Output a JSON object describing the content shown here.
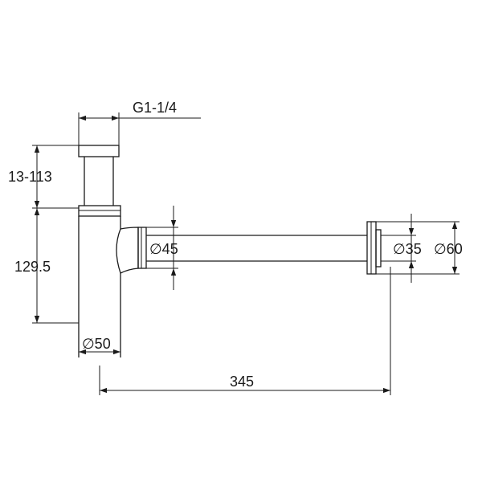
{
  "dimensions": {
    "thread": "G1-1/4",
    "height_range": "13-113",
    "height": "129.5",
    "body_diameter": "∅50",
    "pipe_diameter": "∅45",
    "wall_pipe_diameter": "∅35",
    "flange_diameter": "∅60",
    "length": "345"
  },
  "colors": {
    "line": "#1a1a1a",
    "background": "#ffffff"
  }
}
